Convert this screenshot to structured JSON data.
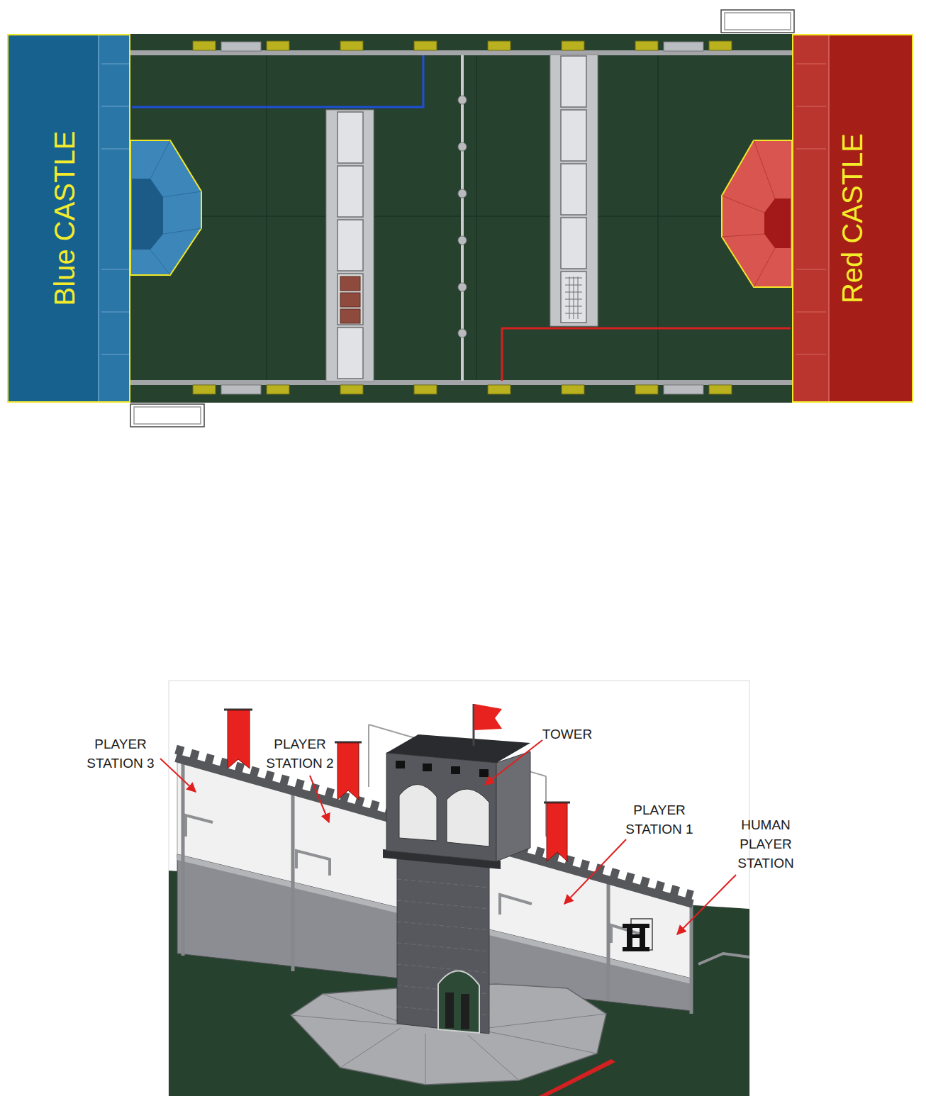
{
  "diagram": {
    "nodes": [
      {
        "text": [
          "Blue CASTLE"
        ]
      },
      {
        "text": [
          "Red CASTLE"
        ]
      }
    ],
    "labels": [
      "PLAYER STATION 3",
      "PLAYER STATION 2",
      "TOWER",
      "PLAYER STATION 1",
      "HUMAN PLAYER STATION"
    ]
  }
}
